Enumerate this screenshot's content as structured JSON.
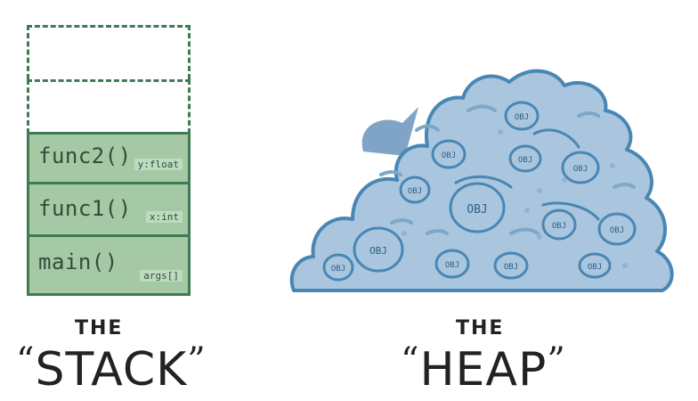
{
  "stack": {
    "frames": [
      {
        "func": "func2()",
        "arg": "y:float"
      },
      {
        "func": "func1()",
        "arg": "x:int"
      },
      {
        "func": "main()",
        "arg": "args[]"
      }
    ],
    "caption_small": "THE",
    "caption_big": "STACK",
    "quote_open": "“",
    "quote_close": "”"
  },
  "heap": {
    "object_label": "OBJ",
    "caption_small": "THE",
    "caption_big": "HEAP",
    "quote_open": "“",
    "quote_close": "”"
  },
  "colors": {
    "stack_border": "#3f7a55",
    "stack_fill": "#a5c9a5",
    "heap_fill": "#a9c6de",
    "heap_border": "#4a86b4"
  }
}
